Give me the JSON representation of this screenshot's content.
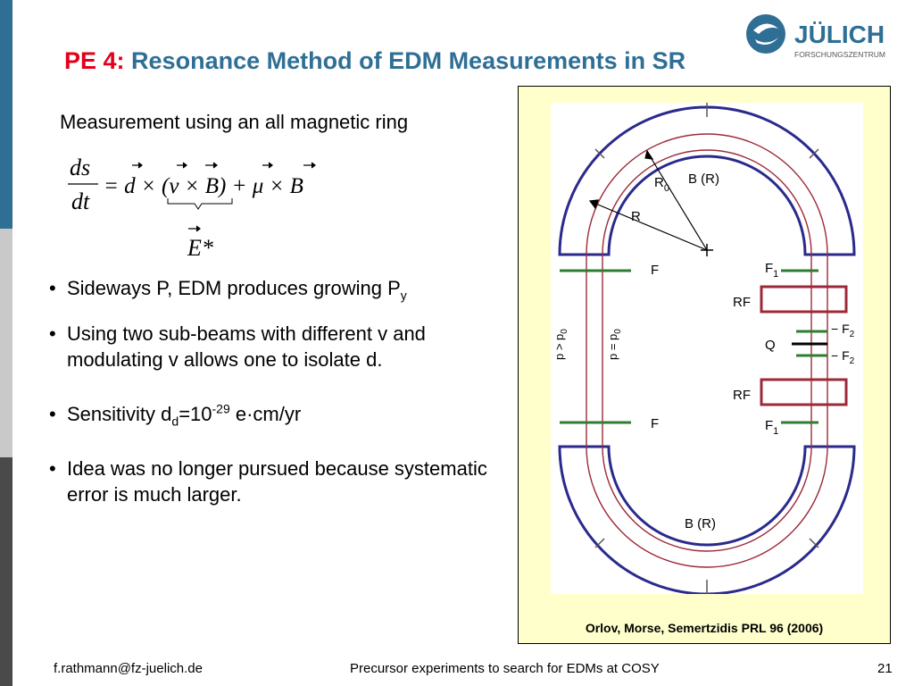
{
  "slide": {
    "title_prefix": "PE 4:",
    "title_main": "Resonance Method of EDM Measurements in SR",
    "intro": "Measurement using an all magnetic ring",
    "formula": {
      "lhs_num": "ds",
      "lhs_den": "dt",
      "rhs": "= d × (v × B) + μ × B",
      "brace_label": "E*"
    },
    "bullets": [
      {
        "text": "Sideways P, EDM produces growing P",
        "sub": "y"
      },
      {
        "text": "Using two sub-beams with different v and modulating v allows one to isolate d."
      },
      {
        "prefix": "Sensitivity d",
        "sub": "d",
        "mid": "=10",
        "sup": "-29",
        "suffix": " e·cm/yr"
      },
      {
        "text": "Idea was no longer pursued because systematic error is much larger."
      }
    ]
  },
  "logo": {
    "text": "JÜLICH",
    "subtext": "FORSCHUNGSZENTRUM"
  },
  "figure": {
    "labels": {
      "b_top": "B (R)",
      "b_bottom": "B (R)",
      "r0": "R",
      "r0_sub": "0",
      "r": "R",
      "f_left": "F",
      "f1": "F",
      "f1_sub": "1",
      "rf": "RF",
      "q": "Q",
      "f2": "− F",
      "f2_sub": "2",
      "p_gt": "p > p",
      "p_eq": "p = p",
      "p_sub": "0"
    },
    "caption": "Orlov, Morse, Semertzidis PRL 96 (2006)"
  },
  "footer": {
    "email": "f.rathmann@fz-juelich.de",
    "center": "Precursor experiments to search for EDMs at COSY",
    "page": "21"
  },
  "colors": {
    "sidebar": [
      "#2f6f95",
      "#c9c9c9",
      "#4a4a4a"
    ],
    "title_prefix": "#e2001a",
    "title": "#2f6f95",
    "magnet": "#2a2a8c",
    "orbit": "#9c2a3a",
    "focus": "#2e7d32",
    "figure_bg": "#ffffcc"
  }
}
